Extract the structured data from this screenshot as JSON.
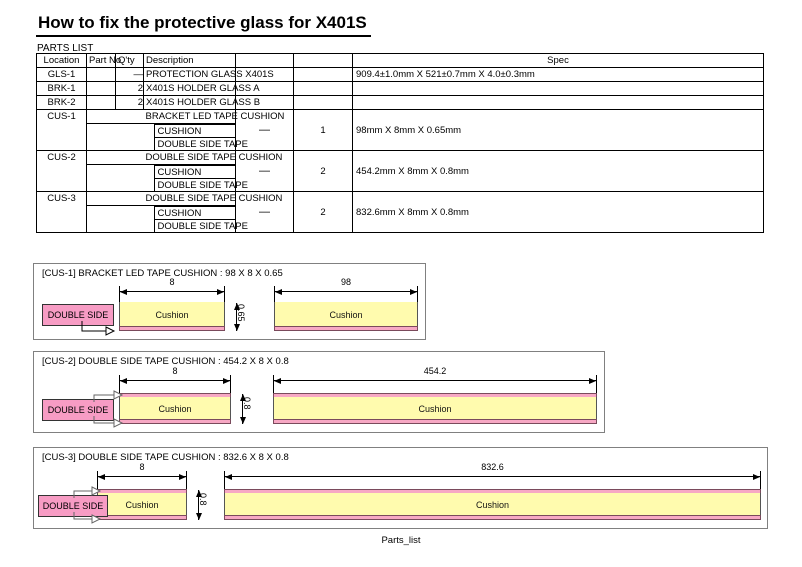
{
  "document": {
    "title": "How to fix the protective glass for X401S",
    "parts_list_label": "PARTS LIST",
    "footer": "Parts_list"
  },
  "colors": {
    "cushion_fill": "#FFFBAE",
    "adhesive_fill": "#F7A8C4",
    "callout_fill": "#F79CC4",
    "panel_border": "#808080",
    "line": "#000000"
  },
  "table": {
    "headers": {
      "location": "Location",
      "part_no": "Part No",
      "qty": "Q'ty",
      "description": "Description",
      "col4": "",
      "col5": "",
      "spec": "Spec"
    },
    "rows": [
      {
        "location": "GLS-1",
        "part_no": "",
        "qty": "—",
        "description": "PROTECTION GLASS X401S",
        "col4": "",
        "col5": "",
        "spec": "909.4±1.0mm X 521±0.7mm X 4.0±0.3mm"
      },
      {
        "location": "BRK-1",
        "part_no": "",
        "qty": "2",
        "description": "X401S HOLDER GLASS A",
        "col4": "",
        "col5": "",
        "spec": ""
      },
      {
        "location": "BRK-2",
        "part_no": "",
        "qty": "2",
        "description": "X401S HOLDER GLASS B",
        "col4": "",
        "col5": "",
        "spec": ""
      }
    ],
    "groups": [
      {
        "location": "CUS-1",
        "description": "BRACKET LED TAPE CUSHION",
        "sub_rows": [
          "CUSHION",
          "DOUBLE SIDE TAPE"
        ],
        "col4": "—",
        "qty": "1",
        "spec": "98mm X 8mm X 0.65mm"
      },
      {
        "location": "CUS-2",
        "description": "DOUBLE SIDE TAPE CUSHION",
        "sub_rows": [
          "CUSHION",
          "DOUBLE SIDE TAPE"
        ],
        "col4": "—",
        "qty": "2",
        "spec": "454.2mm X 8mm X 0.8mm"
      },
      {
        "location": "CUS-3",
        "description": "DOUBLE SIDE TAPE CUSHION",
        "sub_rows": [
          "CUSHION",
          "DOUBLE SIDE TAPE"
        ],
        "col4": "—",
        "qty": "2",
        "spec": "832.6mm X 8mm X 0.8mm"
      }
    ]
  },
  "diagrams": [
    {
      "id": "cus-1",
      "title": "[CUS-1] BRACKET LED TAPE CUSHION : 98 X 8 X 0.65",
      "callout": "DOUBLE SIDE",
      "cushion_label": "Cushion",
      "width_dim_left": "8",
      "width_dim_right": "98",
      "thickness_dim": "0.65",
      "adhesive_sides": "bottom"
    },
    {
      "id": "cus-2",
      "title": "[CUS-2] DOUBLE SIDE TAPE CUSHION : 454.2 X 8 X 0.8",
      "callout": "DOUBLE SIDE",
      "cushion_label": "Cushion",
      "width_dim_left": "8",
      "width_dim_right": "454.2",
      "thickness_dim": "0.8",
      "adhesive_sides": "both"
    },
    {
      "id": "cus-3",
      "title": "[CUS-3] DOUBLE SIDE TAPE CUSHION : 832.6 X 8 X 0.8",
      "callout": "DOUBLE SIDE",
      "cushion_label": "Cushion",
      "width_dim_left": "8",
      "width_dim_right": "832.6",
      "thickness_dim": "0.8",
      "adhesive_sides": "both"
    }
  ]
}
